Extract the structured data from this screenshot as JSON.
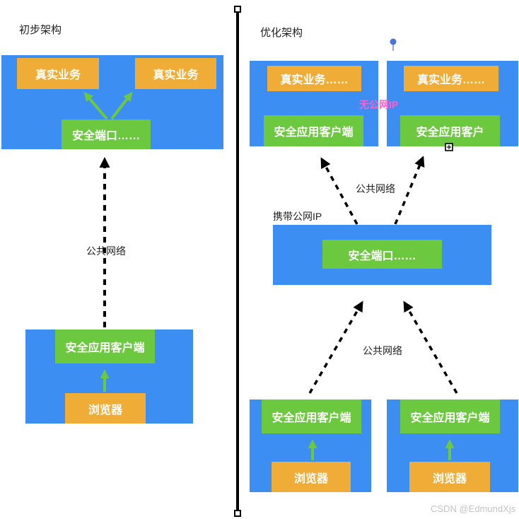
{
  "colors": {
    "node_blue": "#3D8EF3",
    "node_orange": "#EFAD38",
    "node_green": "#6CC83F",
    "arrow_green": "#6CC83F",
    "arrow_black": "#000000",
    "no_public_ip_pink": "#FF5ED0",
    "pin_blue": "#4A72D8",
    "watermark_gray": "#C5C5C5"
  },
  "icons": {
    "pin": "map-pin-icon",
    "plus_cursor": "crosshair-plus-icon"
  },
  "left": {
    "title": "初步架构",
    "network_label": "公共网络",
    "server_box": {
      "business_left": "真实业务",
      "business_right": "真实业务",
      "secure_port": "安全端口……"
    },
    "client_box": {
      "secure_client": "安全应用客户端",
      "browser": "浏览器"
    }
  },
  "right": {
    "title": "优化架构",
    "no_public_ip_label": "无公网IP",
    "public_ip_label": "携带公网IP",
    "upper_network_label": "公共网络",
    "lower_network_label": "公共网络",
    "server_box_left": {
      "business": "真实业务……",
      "secure_client": "安全应用客户端"
    },
    "server_box_right": {
      "business": "真实业务……",
      "secure_client": "安全应用客户"
    },
    "gateway_box": {
      "secure_port": "安全端口……"
    },
    "client_box_left": {
      "secure_client": "安全应用客户端",
      "browser": "浏览器"
    },
    "client_box_right": {
      "secure_client": "安全应用客户端",
      "browser": "浏览器"
    }
  },
  "watermark": "CSDN @EdmundXjs"
}
